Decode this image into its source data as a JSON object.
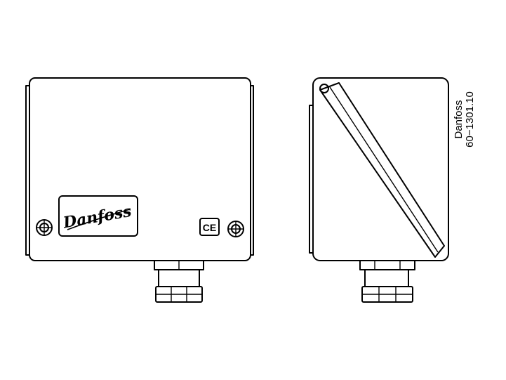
{
  "figure": {
    "brand_logo_text": "Danfoss",
    "ce_mark": "CE",
    "caption_brand": "Danfoss",
    "caption_code": "60−1301.10",
    "line_color": "#000000",
    "background_color": "#ffffff"
  }
}
